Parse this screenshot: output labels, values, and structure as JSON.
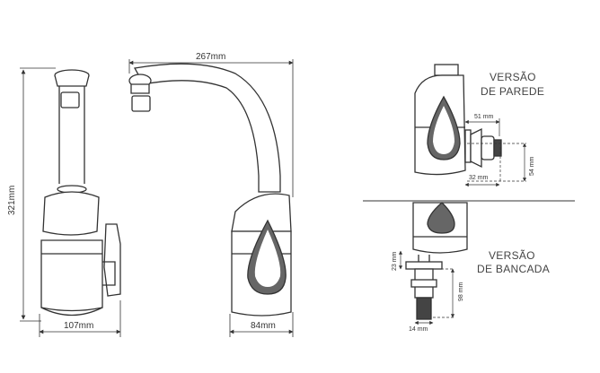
{
  "dimensions": {
    "spout_reach": "267mm",
    "total_height": "321mm",
    "side_width": "107mm",
    "body_width": "84mm",
    "wall_offset": "51 mm",
    "wall_pitch": "32 mm",
    "wall_height": "54 mm",
    "counter_nut": "23 mm",
    "counter_depth": "98 mm",
    "counter_thread": "14 mm"
  },
  "labels": {
    "wall_line1": "VERSÃO",
    "wall_line2": "DE PAREDE",
    "counter_line1": "VERSÃO",
    "counter_line2": "DE BANCADA"
  },
  "colors": {
    "line": "#333333",
    "body_fill": "#ffffff",
    "dark_fill": "#555555"
  }
}
